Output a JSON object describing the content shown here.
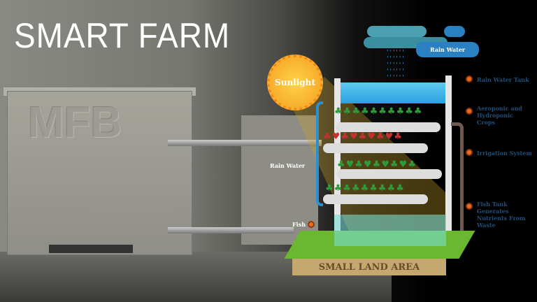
{
  "title": "SMART FARM",
  "tank_logo": "MFB",
  "sun_label": "Sunlight",
  "rain_cloud_label": "Rain Water",
  "rain_pipe_label": "Rain Water",
  "fish_label": "Fish",
  "land_label": "SMALL LAND AREA",
  "callouts": [
    "Rain Water Tank",
    "Aeroponic and Hydroponic Crops",
    "Irrigation System",
    "Fish Tank Generates Nutrients From Waste"
  ],
  "colors": {
    "accent": "#f26a1a",
    "water": "#2aa0e0",
    "label": "#1e4e78"
  }
}
